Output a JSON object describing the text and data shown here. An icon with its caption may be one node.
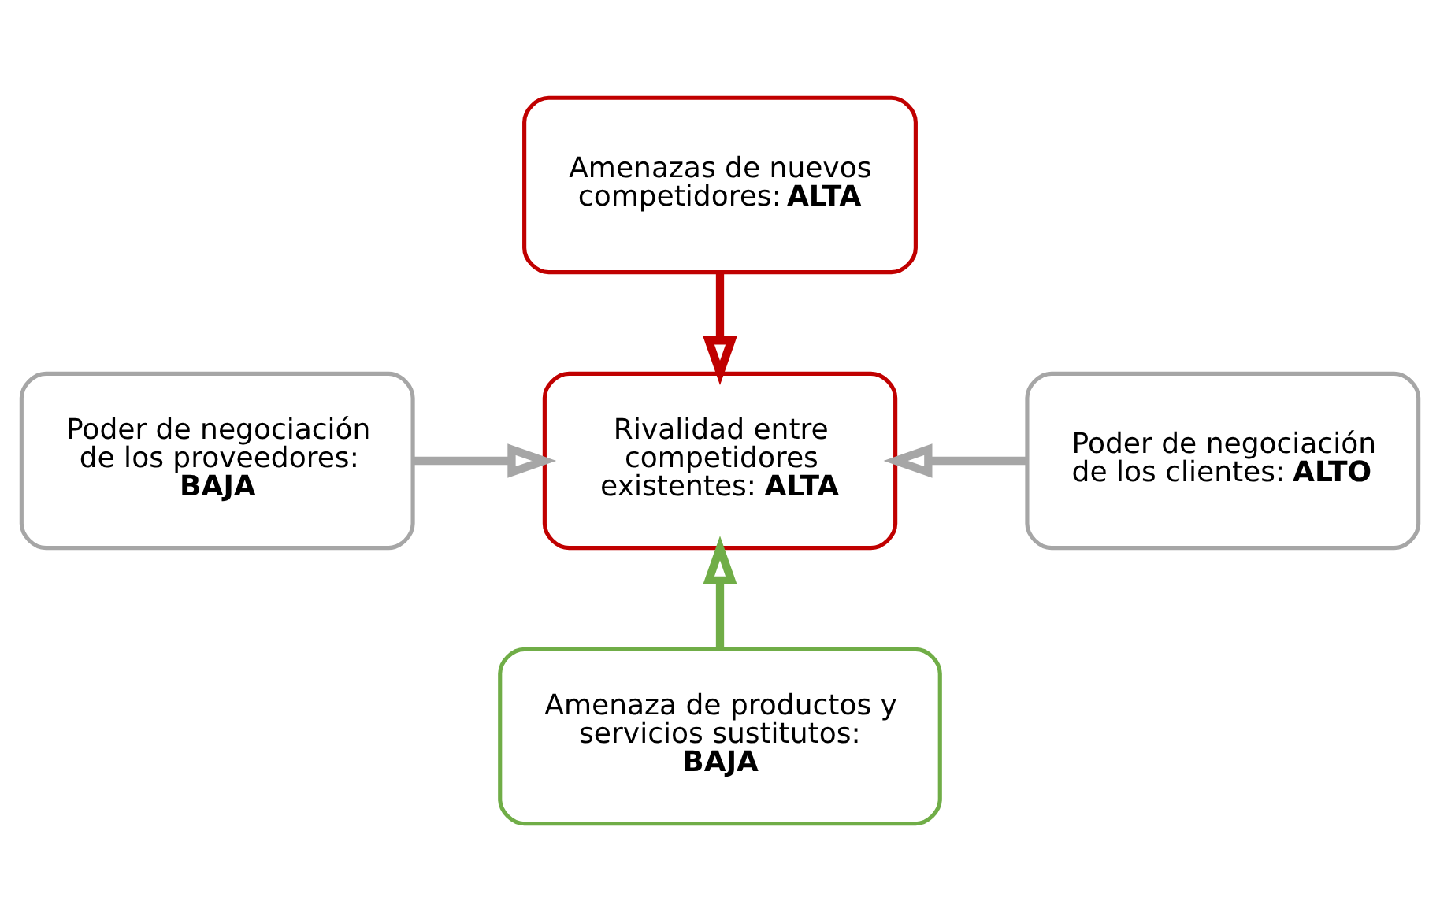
{
  "diagram": {
    "nodes": [
      {
        "text": [
          "Amenazas de nuevos competidores: **ALTA**"
        ]
      },
      {
        "text": [
          "Poder de negociación de los proveedores: **BAJA**"
        ]
      },
      {
        "text": [
          "Rivalidad entre competidores existentes: **ALTA**"
        ]
      },
      {
        "text": [
          "Poder de negociación de los clientes: **ALTO**"
        ]
      },
      {
        "text": [
          "Amenaza de productos y servicios sustitutos: **BAJA**"
        ]
      }
    ],
    "edges": [
      {
        "from": 0,
        "to": 2,
        "arrow": "to",
        "color": "#c00000"
      },
      {
        "from": 1,
        "to": 2,
        "arrow": "to"
      },
      {
        "from": 3,
        "to": 2,
        "arrow": "to"
      },
      {
        "from": 4,
        "to": 2,
        "arrow": "to",
        "color": "#70ad47"
      }
    ]
  }
}
